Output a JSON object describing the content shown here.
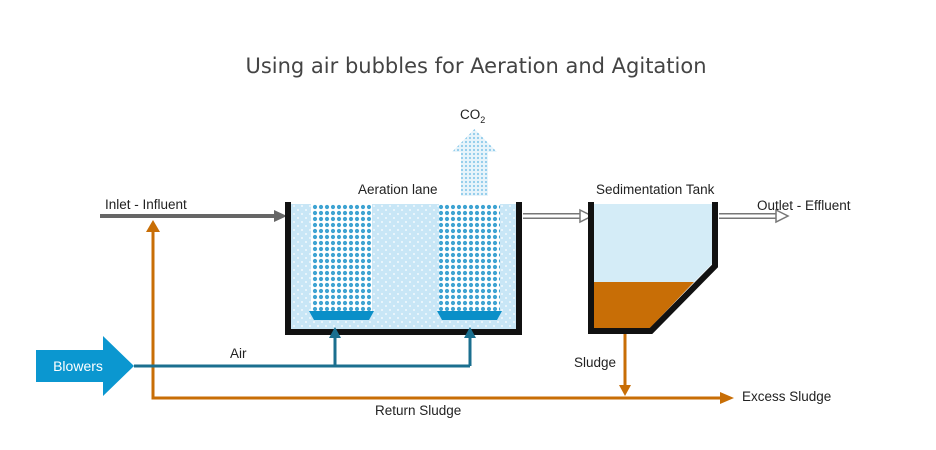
{
  "title": "Using air bubbles for Aeration and Agitation",
  "labels": {
    "co2_base": "CO",
    "co2_sub": "2",
    "inlet": "Inlet - Influent",
    "aeration_lane": "Aeration lane",
    "sedimentation_tank": "Sedimentation Tank",
    "outlet": "Outlet - Effluent",
    "blowers": "Blowers",
    "air": "Air",
    "sludge": "Sludge",
    "excess_sludge": "Excess Sludge",
    "return_sludge": "Return Sludge"
  },
  "colors": {
    "water": "#d4ecf7",
    "tank_wall": "#111111",
    "air_line": "#1b6f8f",
    "blower": "#0b97d0",
    "sludge": "#c86e06",
    "influent_line": "#666666",
    "co2_arrow": "#9fd3ee",
    "diffuser_block": "#3ea3d2",
    "diffuser_bar": "#0a8fc8"
  }
}
